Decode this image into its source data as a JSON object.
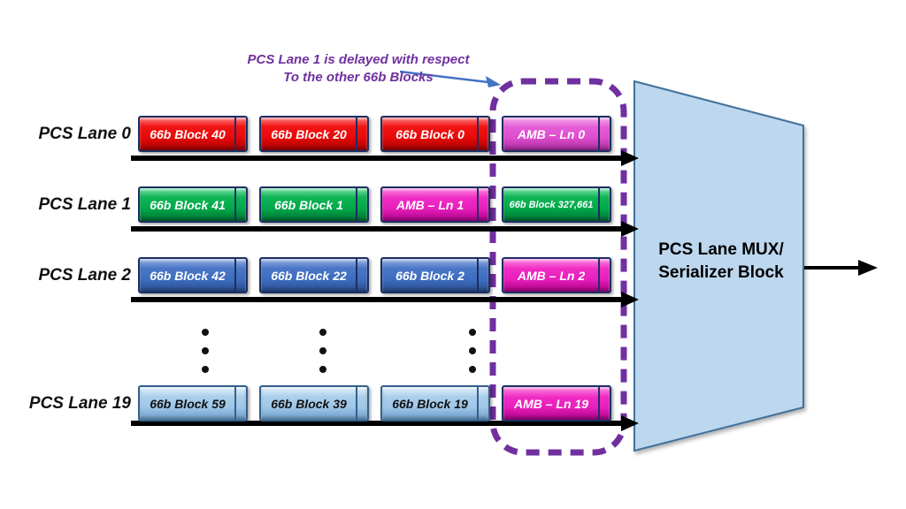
{
  "annotation": {
    "line1": "PCS Lane 1 is delayed with respect",
    "line2": "To the other 66b Blocks"
  },
  "lanes": [
    {
      "label": "PCS Lane 0",
      "blocks": [
        {
          "label": "66b Block 40"
        },
        {
          "label": "66b Block 20"
        },
        {
          "label": "66b Block 0"
        },
        {
          "label": "AMB – Ln 0"
        }
      ]
    },
    {
      "label": "PCS Lane 1",
      "blocks": [
        {
          "label": "66b Block 41"
        },
        {
          "label": "66b Block 1"
        },
        {
          "label": "AMB – Ln 1"
        },
        {
          "label": "66b Block 327,661"
        }
      ]
    },
    {
      "label": "PCS Lane 2",
      "blocks": [
        {
          "label": "66b Block 42"
        },
        {
          "label": "66b Block 22"
        },
        {
          "label": "66b Block 2"
        },
        {
          "label": "AMB – Ln 2"
        }
      ]
    },
    {
      "label": "PCS Lane 19",
      "blocks": [
        {
          "label": "66b Block 59"
        },
        {
          "label": "66b Block 39"
        },
        {
          "label": "66b Block 19"
        },
        {
          "label": "AMB – Ln 19"
        }
      ]
    }
  ],
  "mux": {
    "line1": "PCS Lane MUX/",
    "line2": "Serializer Block"
  },
  "colors": {
    "lane0_block": "#EE1111",
    "lane1_block": "#00B050",
    "lane2_block": "#4472C4",
    "lane19_block": "#A9CCE9",
    "amb_block": "#EE28C2",
    "amb_lane0_block": "#E55CD6",
    "block_border": "#1C2F63",
    "highlight_dash": "#7030A0",
    "annotation_text": "#7030A0",
    "callout_arrow": "#4472C4",
    "mux_fill": "#BDD7EE",
    "mux_border": "#41719C",
    "timeline_arrow": "#000000"
  }
}
